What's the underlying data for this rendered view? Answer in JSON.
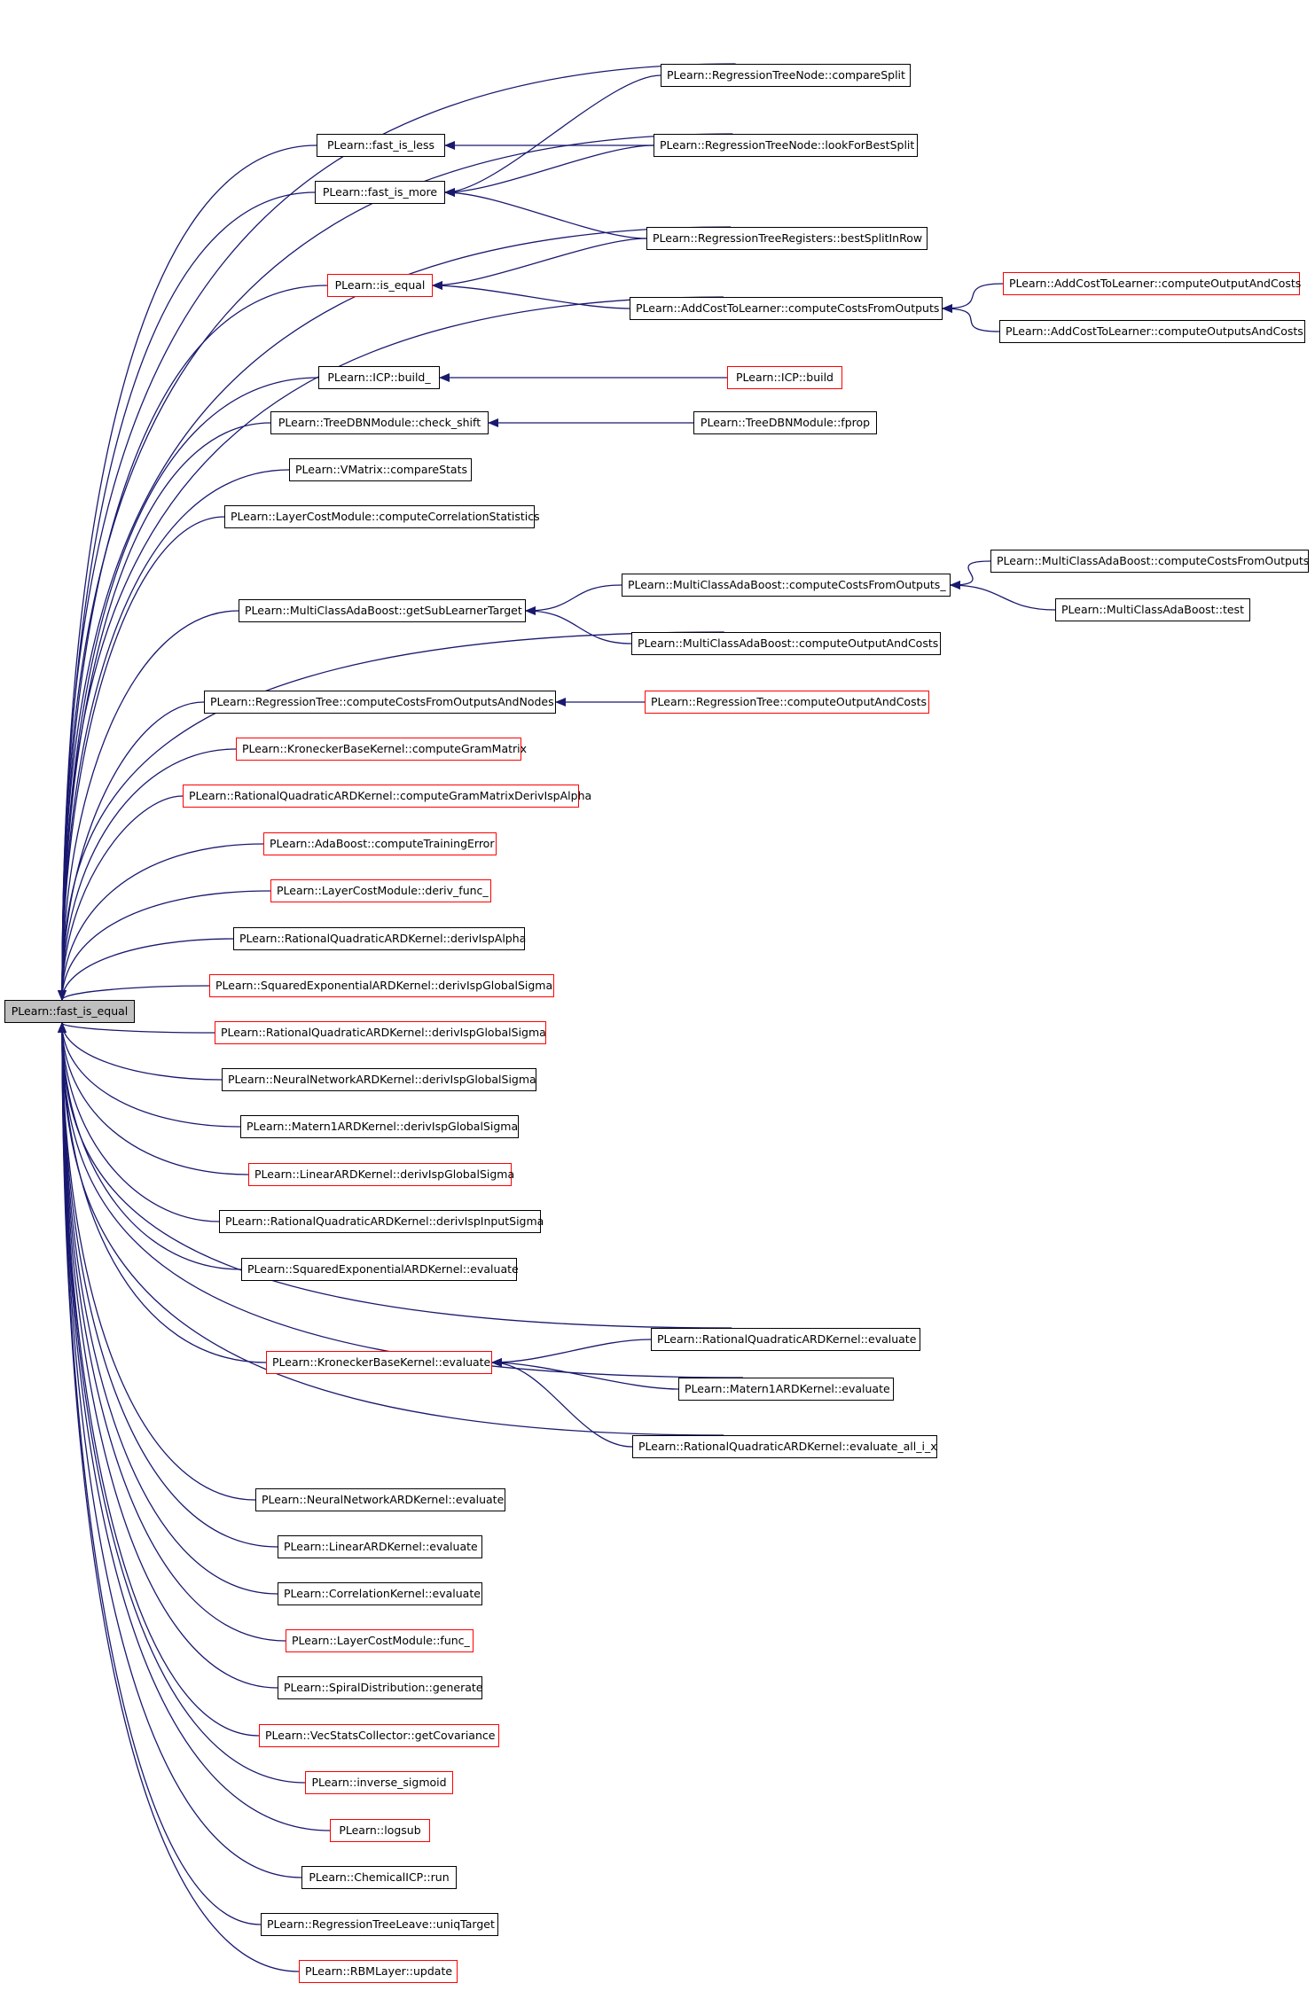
{
  "graph": {
    "edge_color": "#191970",
    "border_black": "#000000",
    "border_red": "#ff0000",
    "focus_fill": "#bfbfbf",
    "nodes": [
      {
        "id": "fast_is_equal",
        "label": "PLearn::fast_is_equal",
        "border": "black",
        "focus": true
      },
      {
        "id": "compareSplit",
        "label": "PLearn::RegressionTreeNode::compareSplit",
        "border": "black"
      },
      {
        "id": "fast_is_less",
        "label": "PLearn::fast_is_less",
        "border": "black"
      },
      {
        "id": "lookForBestSplit",
        "label": "PLearn::RegressionTreeNode::lookForBestSplit",
        "border": "black"
      },
      {
        "id": "fast_is_more",
        "label": "PLearn::fast_is_more",
        "border": "black"
      },
      {
        "id": "bestSplitInRow",
        "label": "PLearn::RegressionTreeRegisters::bestSplitInRow",
        "border": "black"
      },
      {
        "id": "is_equal",
        "label": "PLearn::is_equal",
        "border": "red"
      },
      {
        "id": "AddCost_cOAC",
        "label": "PLearn::AddCostToLearner::computeOutputAndCosts",
        "border": "red"
      },
      {
        "id": "AddCost_cCFO",
        "label": "PLearn::AddCostToLearner::computeCostsFromOutputs",
        "border": "black"
      },
      {
        "id": "AddCost_cOsAC",
        "label": "PLearn::AddCostToLearner::computeOutputsAndCosts",
        "border": "black"
      },
      {
        "id": "ICP_build_",
        "label": "PLearn::ICP::build_",
        "border": "black"
      },
      {
        "id": "ICP_build",
        "label": "PLearn::ICP::build",
        "border": "red"
      },
      {
        "id": "TreeDBN_check_shift",
        "label": "PLearn::TreeDBNModule::check_shift",
        "border": "black"
      },
      {
        "id": "TreeDBN_fprop",
        "label": "PLearn::TreeDBNModule::fprop",
        "border": "black"
      },
      {
        "id": "VMatrix_compareStats",
        "label": "PLearn::VMatrix::compareStats",
        "border": "black"
      },
      {
        "id": "LayerCost_cCS",
        "label": "PLearn::LayerCostModule::computeCorrelationStatistics",
        "border": "black"
      },
      {
        "id": "MCAB_cCFO_public",
        "label": "PLearn::MultiClassAdaBoost::computeCostsFromOutputs",
        "border": "black"
      },
      {
        "id": "MCAB_cCFO_",
        "label": "PLearn::MultiClassAdaBoost::computeCostsFromOutputs_",
        "border": "black"
      },
      {
        "id": "MCAB_getSub",
        "label": "PLearn::MultiClassAdaBoost::getSubLearnerTarget",
        "border": "black"
      },
      {
        "id": "MCAB_test",
        "label": "PLearn::MultiClassAdaBoost::test",
        "border": "black"
      },
      {
        "id": "MCAB_cOAC",
        "label": "PLearn::MultiClassAdaBoost::computeOutputAndCosts",
        "border": "black"
      },
      {
        "id": "RT_cCFOAN",
        "label": "PLearn::RegressionTree::computeCostsFromOutputsAndNodes",
        "border": "black"
      },
      {
        "id": "RT_cOAC",
        "label": "PLearn::RegressionTree::computeOutputAndCosts",
        "border": "red"
      },
      {
        "id": "KBK_cGM",
        "label": "PLearn::KroneckerBaseKernel::computeGramMatrix",
        "border": "red"
      },
      {
        "id": "RQARD_cGMDIA",
        "label": "PLearn::RationalQuadraticARDKernel::computeGramMatrixDerivIspAlpha",
        "border": "red"
      },
      {
        "id": "AdaBoost_cTE",
        "label": "PLearn::AdaBoost::computeTrainingError",
        "border": "red"
      },
      {
        "id": "LayerCost_deriv",
        "label": "PLearn::LayerCostModule::deriv_func_",
        "border": "red"
      },
      {
        "id": "RQARD_dIA",
        "label": "PLearn::RationalQuadraticARDKernel::derivIspAlpha",
        "border": "black"
      },
      {
        "id": "SEARD_dIGS",
        "label": "PLearn::SquaredExponentialARDKernel::derivIspGlobalSigma",
        "border": "red"
      },
      {
        "id": "RQARD_dIGS",
        "label": "PLearn::RationalQuadraticARDKernel::derivIspGlobalSigma",
        "border": "red"
      },
      {
        "id": "NNARD_dIGS",
        "label": "PLearn::NeuralNetworkARDKernel::derivIspGlobalSigma",
        "border": "black"
      },
      {
        "id": "M1ARD_dIGS",
        "label": "PLearn::Matern1ARDKernel::derivIspGlobalSigma",
        "border": "black"
      },
      {
        "id": "LARD_dIGS",
        "label": "PLearn::LinearARDKernel::derivIspGlobalSigma",
        "border": "red"
      },
      {
        "id": "RQARD_dIIS",
        "label": "PLearn::RationalQuadraticARDKernel::derivIspInputSigma",
        "border": "black"
      },
      {
        "id": "SEARD_eval",
        "label": "PLearn::SquaredExponentialARDKernel::evaluate",
        "border": "black"
      },
      {
        "id": "RQARD_eval",
        "label": "PLearn::RationalQuadraticARDKernel::evaluate",
        "border": "black"
      },
      {
        "id": "KBK_eval",
        "label": "PLearn::KroneckerBaseKernel::evaluate",
        "border": "red"
      },
      {
        "id": "M1ARD_eval",
        "label": "PLearn::Matern1ARDKernel::evaluate",
        "border": "black"
      },
      {
        "id": "RQARD_eval_all",
        "label": "PLearn::RationalQuadraticARDKernel::evaluate_all_i_x",
        "border": "black"
      },
      {
        "id": "NNARD_eval",
        "label": "PLearn::NeuralNetworkARDKernel::evaluate",
        "border": "black"
      },
      {
        "id": "LARD_eval",
        "label": "PLearn::LinearARDKernel::evaluate",
        "border": "black"
      },
      {
        "id": "Corr_eval",
        "label": "PLearn::CorrelationKernel::evaluate",
        "border": "black"
      },
      {
        "id": "LayerCost_func",
        "label": "PLearn::LayerCostModule::func_",
        "border": "red"
      },
      {
        "id": "Spiral_gen",
        "label": "PLearn::SpiralDistribution::generate",
        "border": "black"
      },
      {
        "id": "VecStats_getCov",
        "label": "PLearn::VecStatsCollector::getCovariance",
        "border": "red"
      },
      {
        "id": "inverse_sigmoid",
        "label": "PLearn::inverse_sigmoid",
        "border": "red"
      },
      {
        "id": "logsub",
        "label": "PLearn::logsub",
        "border": "red"
      },
      {
        "id": "ChemICP_run",
        "label": "PLearn::ChemicalICP::run",
        "border": "black"
      },
      {
        "id": "RTLeave_uniq",
        "label": "PLearn::RegressionTreeLeave::uniqTarget",
        "border": "black"
      },
      {
        "id": "RBM_update",
        "label": "PLearn::RBMLayer::update",
        "border": "red"
      }
    ]
  }
}
